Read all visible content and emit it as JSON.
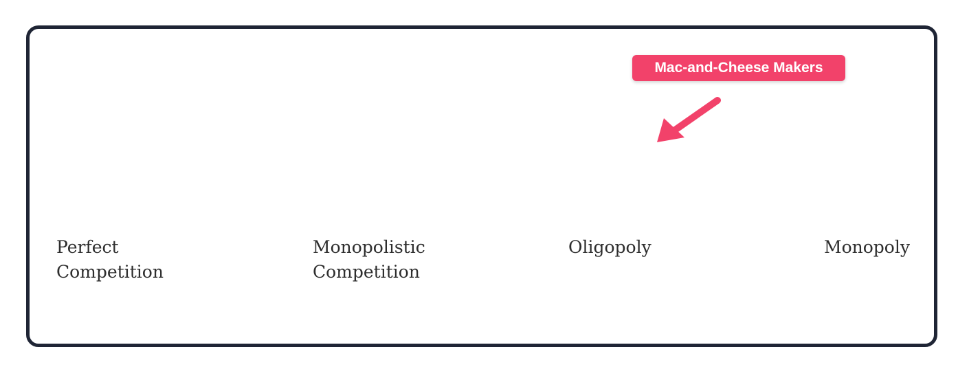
{
  "colors": {
    "line": "#4566ad",
    "frame": "#1f2535",
    "callout": "#f2426a",
    "arrow": "#f2426a",
    "text": "#2d2d2d"
  },
  "spectrum": {
    "points": [
      {
        "label": "Perfect\nCompetition"
      },
      {
        "label": "Monopolistic\nCompetition"
      },
      {
        "label": "Oligopoly"
      },
      {
        "label": "Monopoly"
      }
    ]
  },
  "callout": {
    "text": "Mac-and-Cheese Makers",
    "icon": "arrow-down-left-icon"
  }
}
